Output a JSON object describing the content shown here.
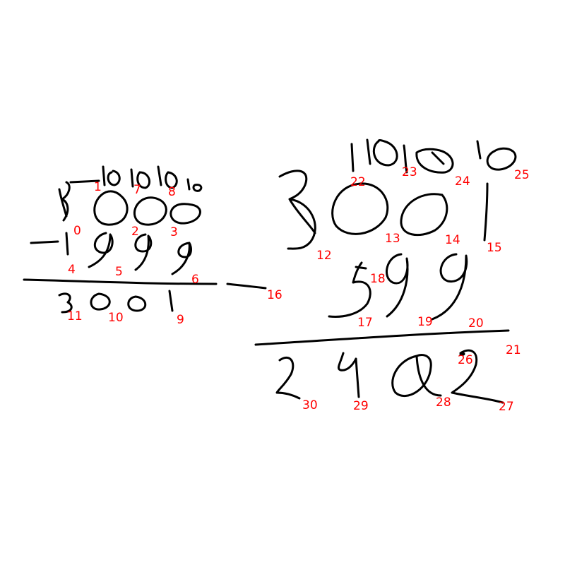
{
  "colors": {
    "background": "#ffffff",
    "ink": "#000000",
    "label": "#ff0000"
  },
  "problem_left": {
    "minuend": "3000",
    "subtrahend": "1999",
    "result": "3001",
    "borrow_marks": "10 10 10"
  },
  "problem_right": {
    "minuend": "3001",
    "subtrahend": "599",
    "result": "2402",
    "borrow_marks": "10 10 10"
  },
  "labels": [
    "0",
    "1",
    "2",
    "3",
    "4",
    "5",
    "6",
    "7",
    "8",
    "9",
    "10",
    "11",
    "12",
    "13",
    "14",
    "15",
    "16",
    "17",
    "18",
    "19",
    "20",
    "21",
    "22",
    "23",
    "24",
    "25",
    "26",
    "27",
    "28",
    "29",
    "30"
  ]
}
